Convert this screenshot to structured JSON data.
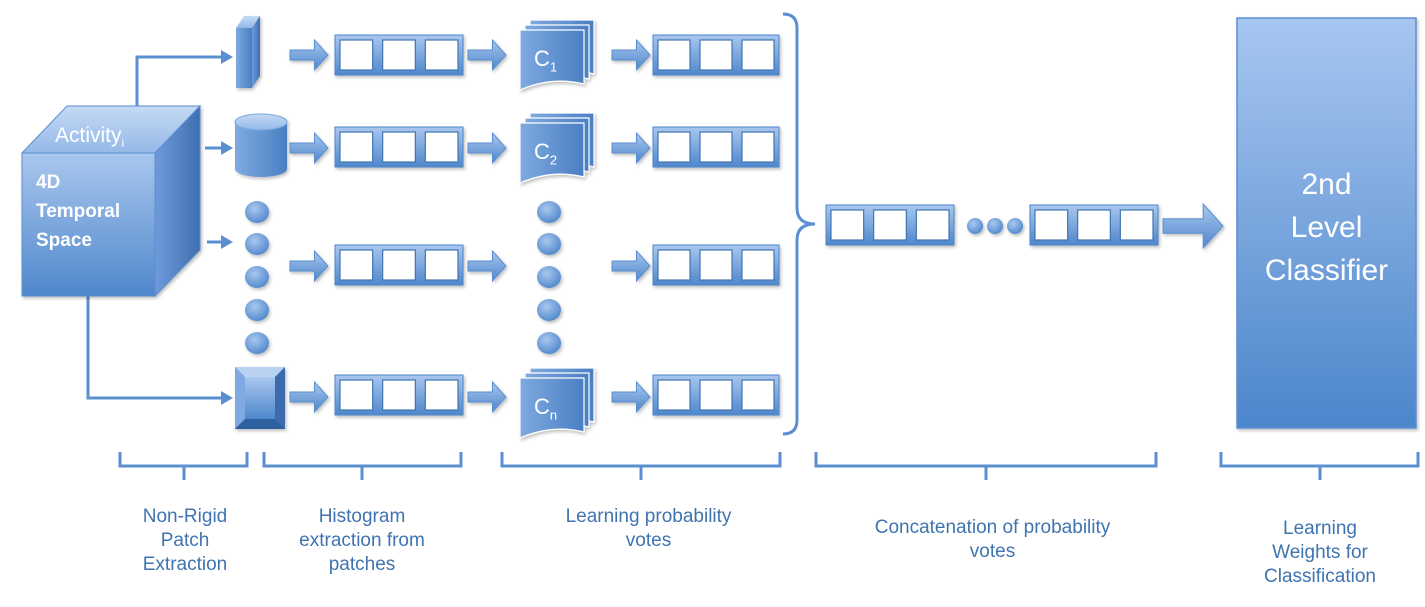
{
  "cube": {
    "title": "Activity",
    "title_sub": "i",
    "line1": "4D",
    "line2": "Temporal",
    "line3": "Space"
  },
  "classifiers": [
    {
      "letter": "C",
      "sub": "1"
    },
    {
      "letter": "C",
      "sub": "2"
    },
    {
      "letter": "C",
      "sub": "n"
    }
  ],
  "second_level": {
    "line1": "2nd",
    "line2": "Level",
    "line3": "Classifier"
  },
  "captions": {
    "patch": [
      "Non-Rigid",
      "Patch",
      "Extraction"
    ],
    "histogram": [
      "Histogram",
      "extraction from",
      "patches"
    ],
    "votes": [
      "Learning probability",
      "votes"
    ],
    "concat": [
      "Concatenation of probability",
      "votes"
    ],
    "weights": [
      "Learning",
      "Weights for",
      "Classification"
    ]
  },
  "colors": {
    "fill_light": "#A9C7EE",
    "fill_dark": "#4F87CC",
    "stroke": "#5B8FCF",
    "caption": "#3F74B0"
  }
}
